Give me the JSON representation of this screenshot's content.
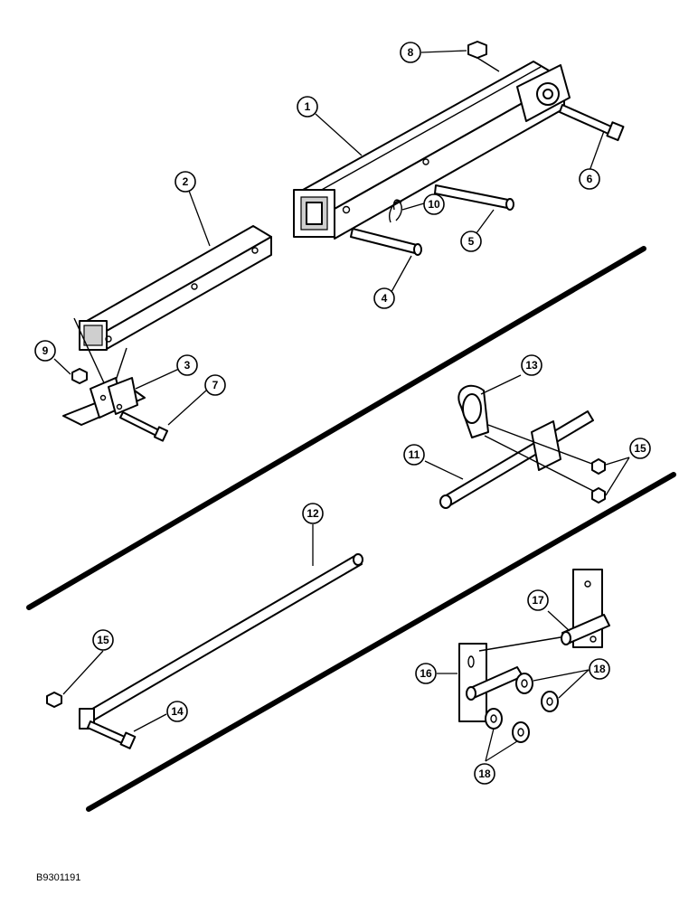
{
  "figure_id": "B9301191",
  "callouts": {
    "c1": "1",
    "c2": "2",
    "c3": "3",
    "c4": "4",
    "c5": "5",
    "c6": "6",
    "c7": "7",
    "c8": "8",
    "c9": "9",
    "c10": "10",
    "c11": "11",
    "c12": "12",
    "c13": "13",
    "c14": "14",
    "c15a": "15",
    "c15b": "15",
    "c16": "16",
    "c17": "17",
    "c18a": "18",
    "c18b": "18"
  }
}
